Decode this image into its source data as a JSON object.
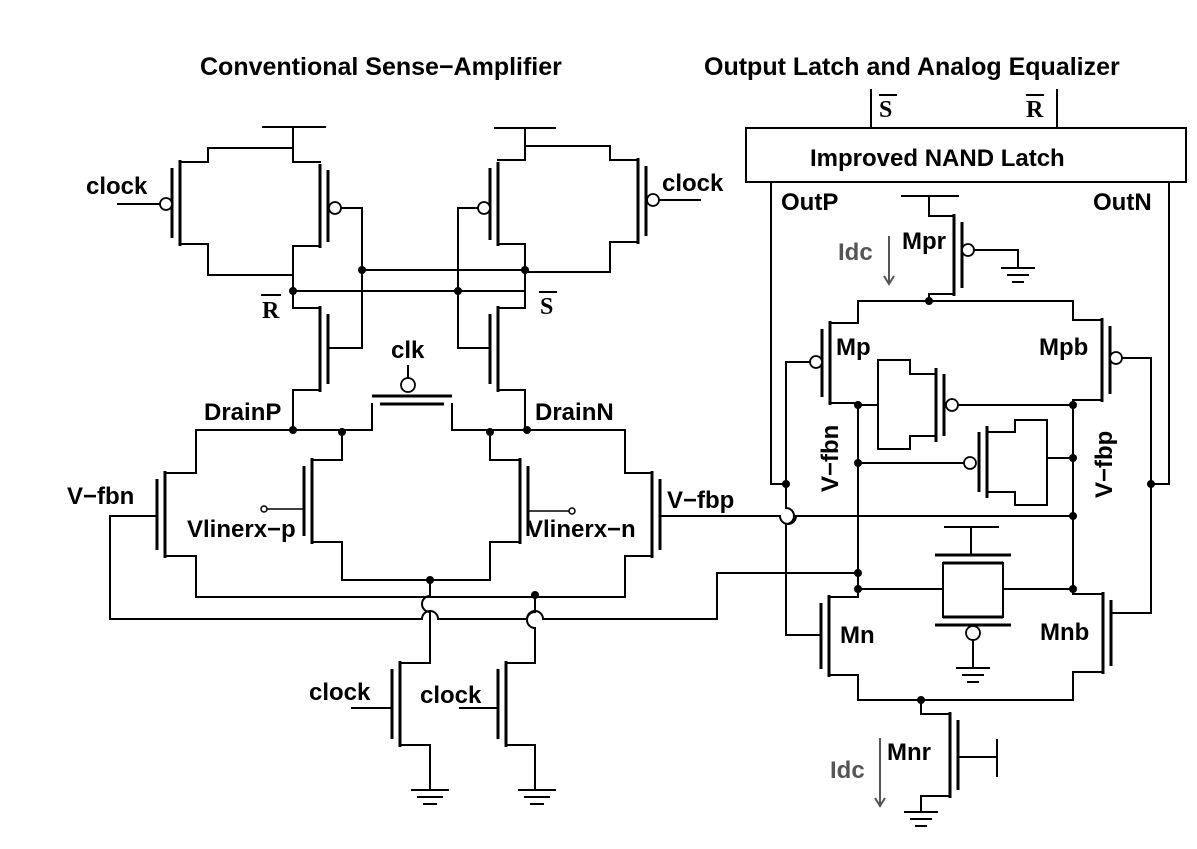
{
  "titles": {
    "left": "Conventional Sense−Amplifier",
    "right": "Output Latch and Analog Equalizer"
  },
  "latch_box": "Improved NAND Latch",
  "signals": {
    "sbar_top": "S",
    "rbar_top": "R",
    "rbar_left": "R",
    "sbar_left": "S"
  },
  "labels": {
    "clock_tl": "clock",
    "clock_tr": "clock",
    "clk": "clk",
    "drainp": "DrainP",
    "drainn": "DrainN",
    "vfbn_left": "V−fbn",
    "vfbp_mid": "V−fbp",
    "vlinerxp": "Vlinerx−p",
    "vlinerxn": "Vlinerx−n",
    "clock_bl": "clock",
    "clock_br": "clock",
    "outp": "OutP",
    "outn": "OutN",
    "mpr": "Mpr",
    "idc_top": "Idc",
    "mp": "Mp",
    "mpb": "Mpb",
    "vfbn_rot": "V−fbn",
    "vfbp_rot": "V−fbp",
    "mn": "Mn",
    "mnb": "Mnb",
    "mnr": "Mnr",
    "idc_bottom": "Idc"
  }
}
